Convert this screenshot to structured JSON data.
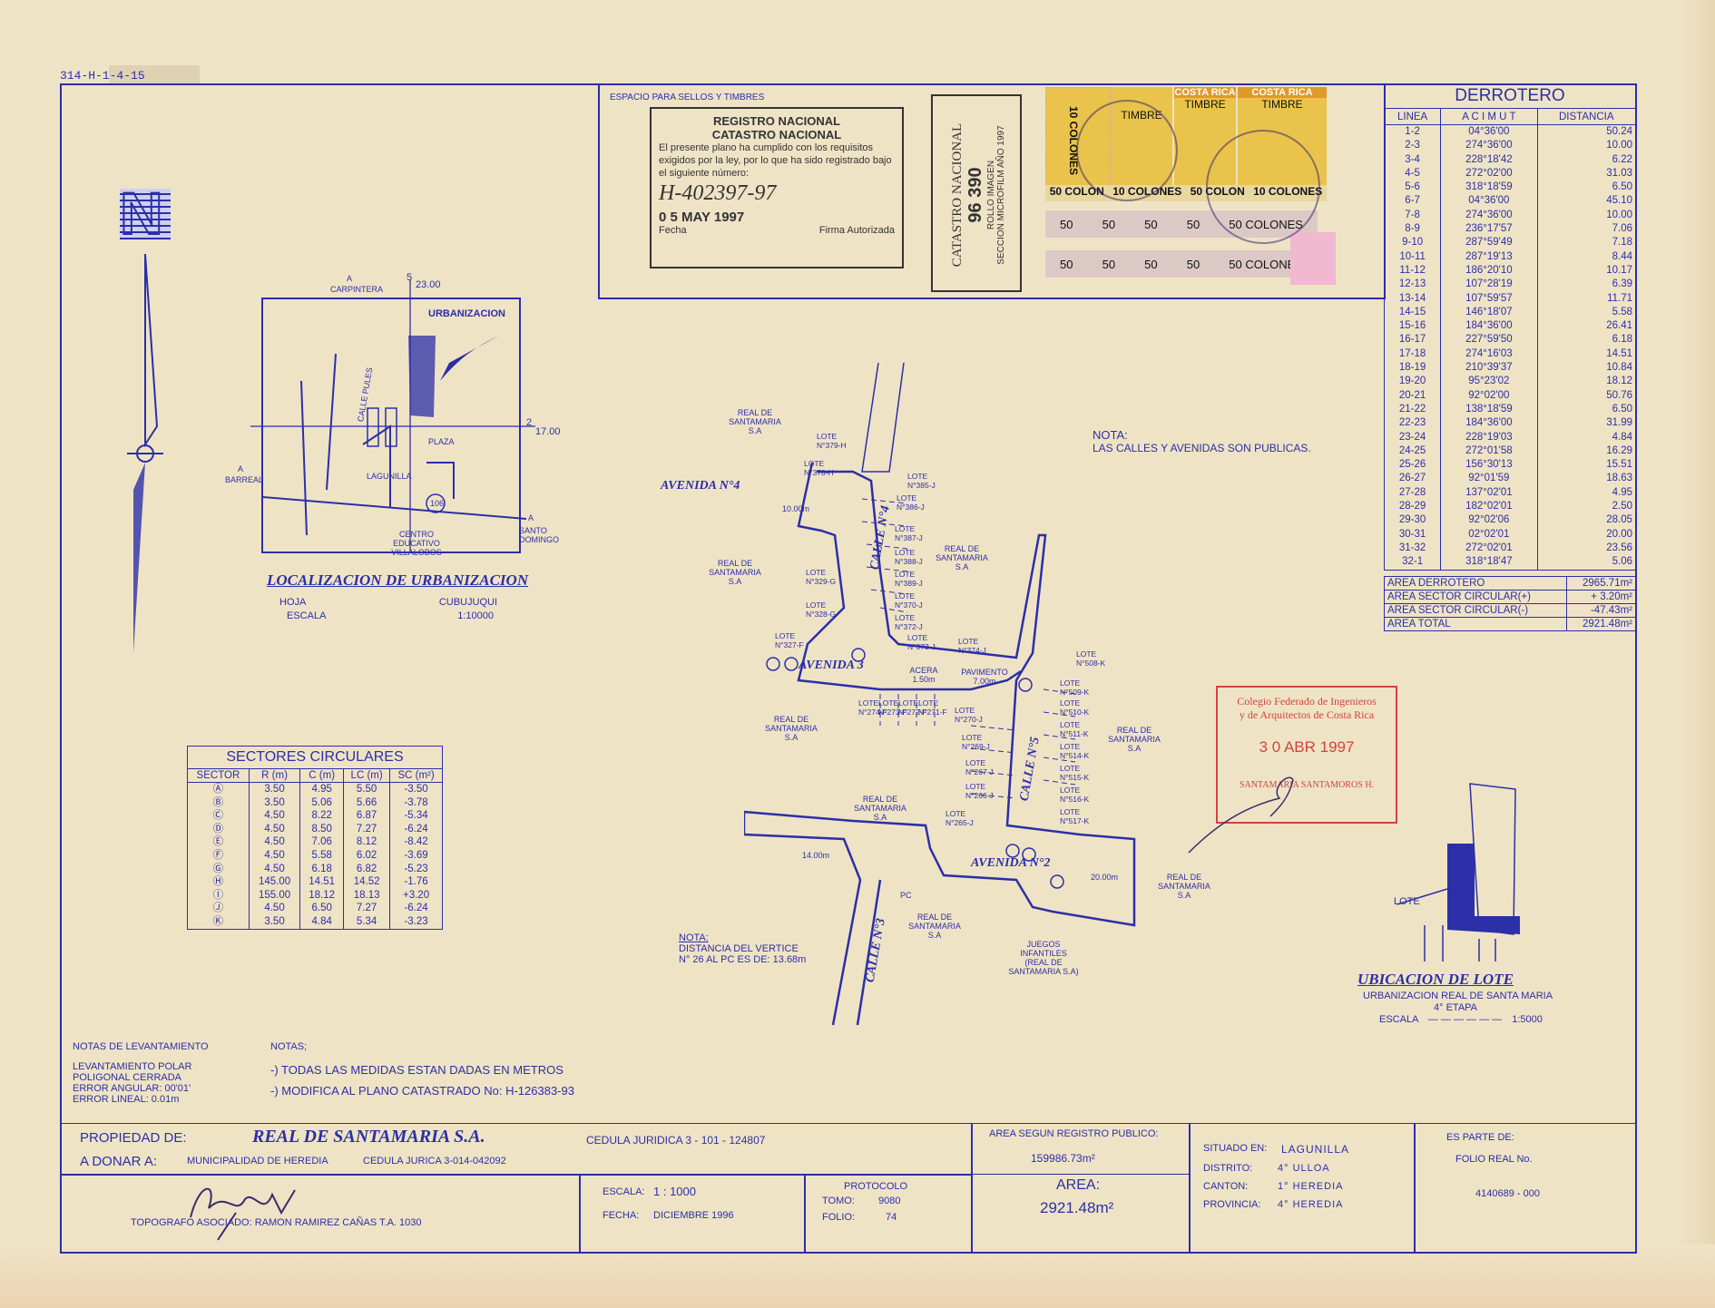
{
  "header_code": "314-H-1-4-15",
  "seals_label": "ESPACIO PARA SELLOS Y TIMBRES",
  "registro": {
    "l1": "REGISTRO NACIONAL",
    "l2": "CATASTRO NACIONAL",
    "body": "El presente plano ha cumplido con los requisitos exigidos por la ley, por lo que ha sido registrado bajo el siguiente número:",
    "numero": "H-402397-97",
    "fecha_val": "0 5 MAY 1997",
    "fecha_lbl": "Fecha",
    "firma_lbl": "Firma Autorizada"
  },
  "catastro_stamp": {
    "title": "CATASTRO NACIONAL",
    "num": "96 390",
    "l1": "ROLLO IMAGEN",
    "l2": "SECCION MICROFILM AÑO 1997"
  },
  "timbres": {
    "a": "COSTA RICA",
    "b": "TIMBRE",
    "c": "10 COLONES",
    "d": "50 COLON",
    "e": "50 COLONES",
    "f": "50"
  },
  "derrotero": {
    "title": "DERROTERO",
    "headers": [
      "LINEA",
      "A C I M U T",
      "DISTANCIA"
    ],
    "rows": [
      [
        "1-2",
        "04°36'00",
        "50.24"
      ],
      [
        "2-3",
        "274°36'00",
        "10.00"
      ],
      [
        "3-4",
        "228°18'42",
        "6.22"
      ],
      [
        "4-5",
        "272°02'00",
        "31.03"
      ],
      [
        "5-6",
        "318°18'59",
        "6.50"
      ],
      [
        "6-7",
        "04°36'00",
        "45.10"
      ],
      [
        "7-8",
        "274°36'00",
        "10.00"
      ],
      [
        "8-9",
        "236°17'57",
        "7.06"
      ],
      [
        "9-10",
        "287°59'49",
        "7.18"
      ],
      [
        "10-11",
        "287°19'13",
        "8.44"
      ],
      [
        "11-12",
        "186°20'10",
        "10.17"
      ],
      [
        "12-13",
        "107°28'19",
        "6.39"
      ],
      [
        "13-14",
        "107°59'57",
        "11.71"
      ],
      [
        "14-15",
        "146°18'07",
        "5.58"
      ],
      [
        "15-16",
        "184°36'00",
        "26.41"
      ],
      [
        "16-17",
        "227°59'50",
        "6.18"
      ],
      [
        "17-18",
        "274°16'03",
        "14.51"
      ],
      [
        "18-19",
        "210°39'37",
        "10.84"
      ],
      [
        "19-20",
        "95°23'02",
        "18.12"
      ],
      [
        "20-21",
        "92°02'00",
        "50.76"
      ],
      [
        "21-22",
        "138°18'59",
        "6.50"
      ],
      [
        "22-23",
        "184°36'00",
        "31.99"
      ],
      [
        "23-24",
        "228°19'03",
        "4.84"
      ],
      [
        "24-25",
        "272°01'58",
        "16.29"
      ],
      [
        "25-26",
        "156°30'13",
        "15.51"
      ],
      [
        "26-27",
        "92°01'59",
        "18.63"
      ],
      [
        "27-28",
        "137°02'01",
        "4.95"
      ],
      [
        "28-29",
        "182°02'01",
        "2.50"
      ],
      [
        "29-30",
        "92°02'06",
        "28.05"
      ],
      [
        "30-31",
        "02°02'01",
        "20.00"
      ],
      [
        "31-32",
        "272°02'01",
        "23.56"
      ],
      [
        "32-1",
        "318°18'47",
        "5.06"
      ]
    ],
    "totals": [
      [
        "AREA DERROTERO",
        "2965.71m²"
      ],
      [
        "AREA SECTOR CIRCULAR(+)",
        "+ 3.20m²"
      ],
      [
        "AREA SECTOR CIRCULAR(-)",
        "-47.43m²"
      ],
      [
        "AREA TOTAL",
        "2921.48m²"
      ]
    ]
  },
  "sectores": {
    "title": "SECTORES CIRCULARES",
    "headers": [
      "SECTOR",
      "R (m)",
      "C (m)",
      "LC (m)",
      "SC (m²)"
    ],
    "rows": [
      [
        "Ⓐ",
        "3.50",
        "4.95",
        "5.50",
        "-3.50"
      ],
      [
        "Ⓑ",
        "3.50",
        "5.06",
        "5.66",
        "-3.78"
      ],
      [
        "Ⓒ",
        "4.50",
        "8.22",
        "6.87",
        "-5.34"
      ],
      [
        "Ⓓ",
        "4.50",
        "8.50",
        "7.27",
        "-6.24"
      ],
      [
        "Ⓔ",
        "4.50",
        "7.06",
        "8.12",
        "-8.42"
      ],
      [
        "Ⓕ",
        "4.50",
        "5.58",
        "6.02",
        "-3.69"
      ],
      [
        "Ⓖ",
        "4.50",
        "6.18",
        "6.82",
        "-5.23"
      ],
      [
        "Ⓗ",
        "145.00",
        "14.51",
        "14.52",
        "-1.76"
      ],
      [
        "Ⓘ",
        "155.00",
        "18.12",
        "18.13",
        "+3.20"
      ],
      [
        "Ⓙ",
        "4.50",
        "6.50",
        "7.27",
        "-6.24"
      ],
      [
        "Ⓚ",
        "3.50",
        "4.84",
        "5.34",
        "-3.23"
      ]
    ]
  },
  "localizacion": {
    "title": "LOCALIZACION DE URBANIZACION",
    "hoja_lbl": "HOJA",
    "hoja": "CUBUJUQUI",
    "escala_lbl": "ESCALA",
    "escala": "1:10000",
    "urbanizacion": "URBANIZACION",
    "carpintera": "CARPINTERA",
    "barreal": "BARREAL",
    "santo_domingo": "SANTO DOMINGO",
    "plaza": "PLAZA",
    "lagunilla": "LAGUNILLA",
    "centro": "CENTRO EDUCATIVO VILLALOBOS",
    "calle_pules": "CALLE PULES",
    "n106": "106",
    "c23": "23.00",
    "c17": "17.00",
    "n5": "5",
    "n2": "2",
    "a1": "A",
    "a2": "A",
    "a3": "A"
  },
  "nota_calles": {
    "lbl": "NOTA:",
    "txt": "LAS CALLES Y AVENIDAS SON PUBLICAS."
  },
  "nota_vertice": {
    "lbl": "NOTA:",
    "l1": "DISTANCIA DEL VERTICE",
    "l2": "N° 26 AL PC ES DE: 13.68m"
  },
  "plano": {
    "av4": "AVENIDA N°4",
    "av3": "AVENIDA 3",
    "av2": "AVENIDA N°2",
    "c4": "CALLE N°4",
    "c5": "CALLE N°5",
    "c3": "CALLE N°3",
    "real": "REAL DE SANTAMARIA S.A",
    "pav": "PAVIMENTO 7.00m",
    "acera": "ACERA 1.50m",
    "juegos": "JUEGOS INFANTILES (REAL DE SANTAMARIA S.A)",
    "d10": "10.00m",
    "d14": "14.00m",
    "d20": "20.00m",
    "pc": "PC",
    "lotes": [
      "LOTE N°379-H",
      "LOTE N°378-H",
      "LOTE N°385-J",
      "LOTE N°386-J",
      "LOTE N°387-J",
      "LOTE N°388-J",
      "LOTE N°389-J",
      "LOTE N°370-J",
      "LOTE N°372-J",
      "LOTE N°373-J",
      "LOTE N°374-J",
      "LOTE N°329-G",
      "LOTE N°328-G",
      "LOTE N°327-F",
      "LOTE N°508-K",
      "LOTE N°509-K",
      "LOTE N°510-K",
      "LOTE N°511-K",
      "LOTE N°514-K",
      "LOTE N°515-K",
      "LOTE N°516-K",
      "LOTE N°517-K",
      "LOTE N°270-J",
      "LOTE N°269-J",
      "LOTE N°267-J",
      "LOTE N°266-J",
      "LOTE N°265-J",
      "LOTE N°274-F",
      "LOTE N°273-F",
      "LOTE N°272-F",
      "LOTE N°271-F"
    ]
  },
  "colegio": {
    "l1": "Colegio Federado de Ingenieros",
    "l2": "y de Arquitectos de Costa Rica",
    "fecha": "3 0 ABR 1997",
    "firma": "SANTAMARIA SANTAMOROS H."
  },
  "ubicacion": {
    "title": "UBICACION DE LOTE",
    "l1": "URBANIZACION REAL DE SANTA MARIA",
    "l2": "4° ETAPA",
    "escala_lbl": "ESCALA",
    "escala": "1:5000",
    "lote": "LOTE"
  },
  "notas_lev": {
    "title": "NOTAS DE LEVANTAMIENTO",
    "l1": "LEVANTAMIENTO POLAR",
    "l2": "POLIGONAL CERRADA",
    "l3": "ERROR ANGULAR: 00'01'",
    "l4": "ERROR LINEAL: 0.01m"
  },
  "notas": {
    "title": "NOTAS;",
    "n1": "-) TODAS LAS MEDIDAS ESTAN DADAS EN METROS",
    "n2": "-) MODIFICA AL PLANO CATASTRADO No: H-126383-93"
  },
  "titleblock": {
    "prop_lbl": "PROPIEDAD DE:",
    "prop": "REAL DE SANTAMARIA S.A.",
    "ced_jur": "CEDULA JURIDICA 3 - 101 - 124807",
    "donar_lbl": "A DONAR A:",
    "donar": "MUNICIPALIDAD DE HEREDIA",
    "ced_mun": "CEDULA JURICA 3-014-042092",
    "topo": "TOPOGRAFO ASOCIADO: RAMON RAMIREZ CAÑAS T.A. 1030",
    "escala_lbl": "ESCALA:",
    "escala": "1 : 1000",
    "fecha_lbl": "FECHA:",
    "fecha": "DICIEMBRE 1996",
    "protocolo": "PROTOCOLO",
    "tomo_lbl": "TOMO:",
    "tomo": "9080",
    "folio_lbl": "FOLIO:",
    "folio": "74",
    "area_reg_lbl": "AREA SEGUN REGISTRO PUBLICO:",
    "area_reg": "159986.73m²",
    "area_lbl": "AREA:",
    "area": "2921.48m²",
    "sit_lbl": "SITUADO EN:",
    "sit": "LAGUNILLA",
    "dist_lbl": "DISTRITO:",
    "dist": "4° ULLOA",
    "cant_lbl": "CANTON:",
    "cant": "1° HEREDIA",
    "prov_lbl": "PROVINCIA:",
    "prov": "4° HEREDIA",
    "parte_lbl": "ES PARTE DE:",
    "folio_real_lbl": "FOLIO REAL No.",
    "folio_real": "4140689 - 000"
  }
}
